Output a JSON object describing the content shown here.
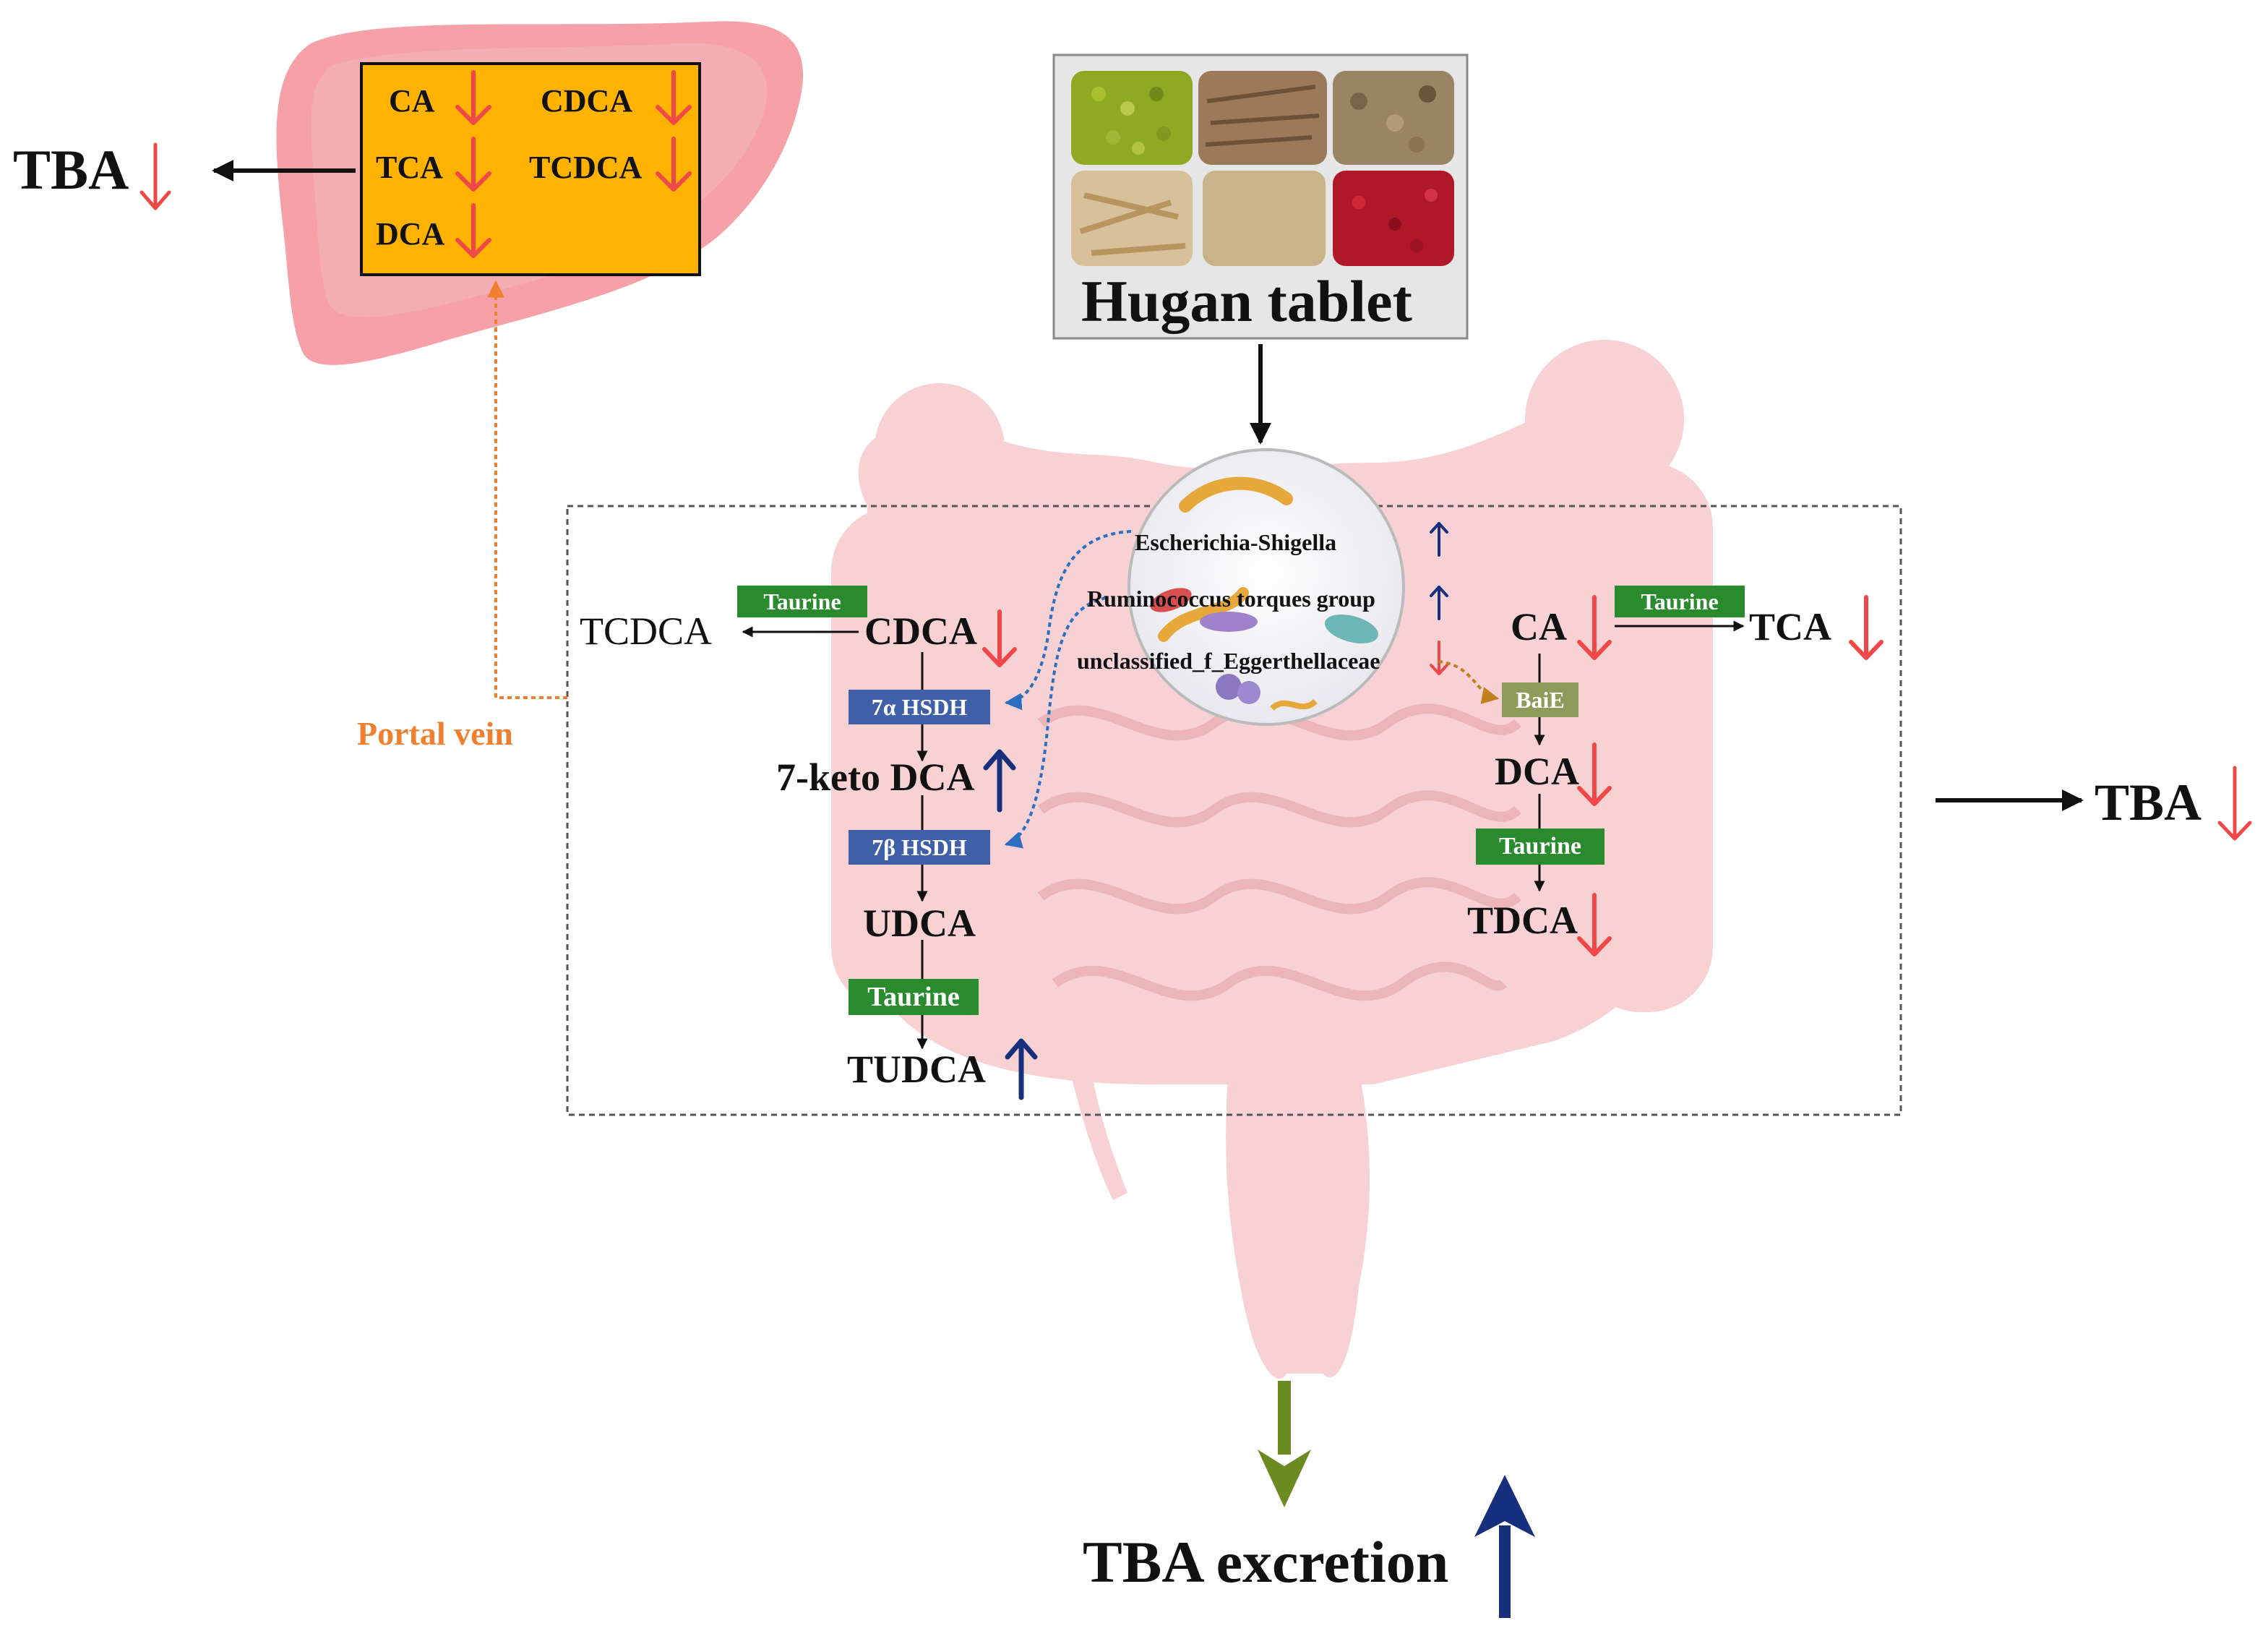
{
  "liver": {
    "bile_acids": [
      "CA",
      "TCA",
      "DCA",
      "CDCA",
      "TCDCA"
    ],
    "output": "TBA",
    "route": "Portal vein"
  },
  "treatment": {
    "title": "Hugan tablet"
  },
  "microbiota": {
    "taxa": [
      {
        "name": "Escherichia-Shigella",
        "trend": "up"
      },
      {
        "name": "Ruminococcus torques group",
        "trend": "up"
      },
      {
        "name": "unclassified_f_Eggerthellaceae",
        "trend": "down"
      }
    ]
  },
  "left_pathway": {
    "tcdca": "TCDCA",
    "cdca": "CDCA",
    "taurine_1": "Taurine",
    "enzyme_1": "7α HSDH",
    "keto": "7-keto DCA",
    "enzyme_2": "7β HSDH",
    "udca": "UDCA",
    "taurine_2": "Taurine",
    "tudca": "TUDCA"
  },
  "right_pathway": {
    "ca": "CA",
    "taurine_1": "Taurine",
    "tca": "TCA",
    "enzyme": "BaiE",
    "dca": "DCA",
    "taurine_2": "Taurine",
    "tdca": "TDCA"
  },
  "intestine_output": "TBA",
  "excretion": "TBA excretion",
  "colors": {
    "decrease": "#f04848",
    "increase": "#17307e",
    "liver_box": "#ffb300",
    "portal_vein": "#f08030",
    "excretion_arrow": "#6b8a1f"
  }
}
